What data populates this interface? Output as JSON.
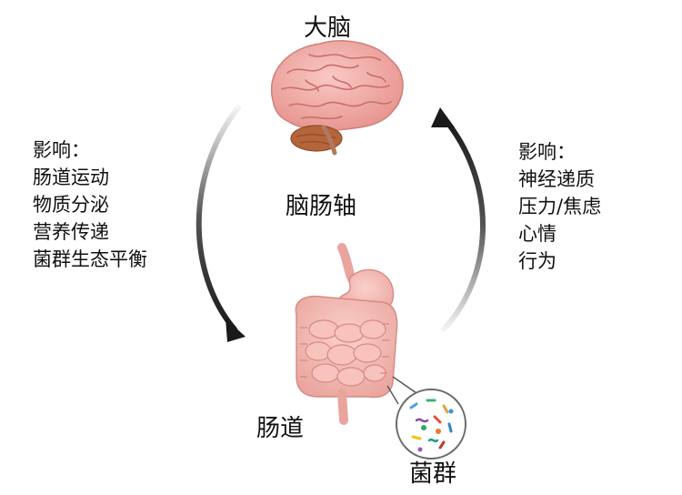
{
  "labels": {
    "brain": "大脑",
    "center": "脑肠轴",
    "gut": "肠道",
    "microbiota": "菌群"
  },
  "left_panel": {
    "heading": "影响：",
    "items": [
      "肠道运动",
      "物质分泌",
      "营养传递",
      "菌群生态平衡"
    ]
  },
  "right_panel": {
    "heading": "影响：",
    "items": [
      "神经递质",
      "压力/焦虑",
      "心情",
      "行为"
    ]
  },
  "colors": {
    "brain": "#f2a7a3",
    "brain_fold": "#d97f7b",
    "cerebellum": "#b5653a",
    "gut": "#f3b3ac",
    "gut_shade": "#e08f89",
    "arrow": "#1a1a1a"
  }
}
